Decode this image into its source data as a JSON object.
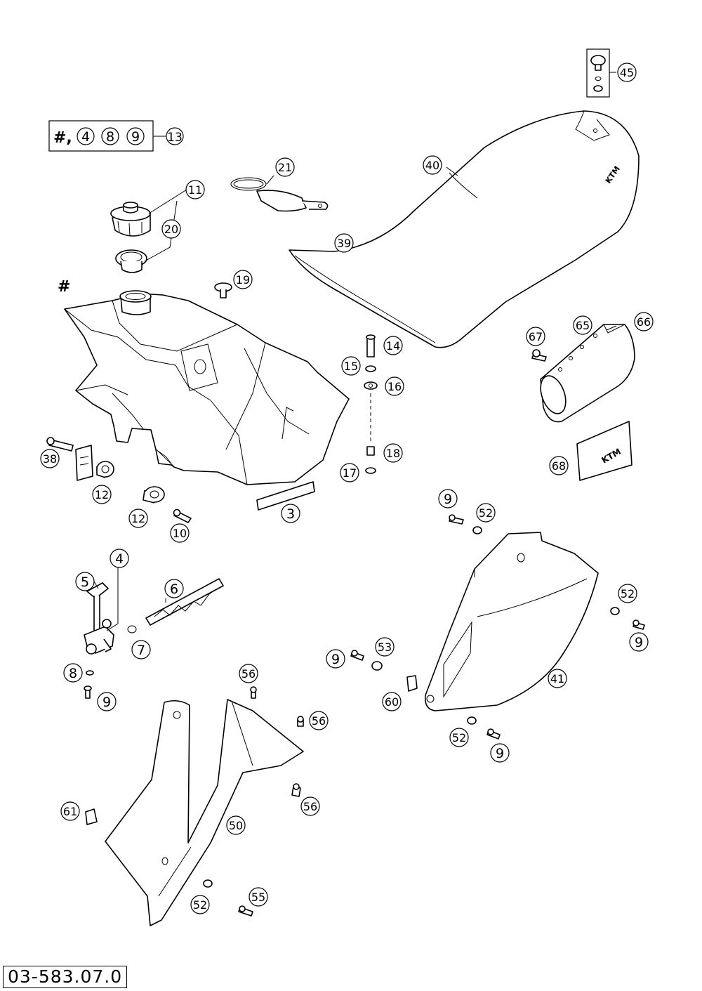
{
  "drawing_number": "03-583.07.0",
  "kit_box": {
    "prefix": "#,",
    "items": [
      "4",
      "8",
      "9"
    ],
    "target": "13"
  },
  "markers": [
    "#"
  ],
  "callouts": [
    {
      "id": "4"
    },
    {
      "id": "5"
    },
    {
      "id": "6"
    },
    {
      "id": "7"
    },
    {
      "id": "8"
    },
    {
      "id": "9"
    },
    {
      "id": "10"
    },
    {
      "id": "11"
    },
    {
      "id": "12"
    },
    {
      "id": "14"
    },
    {
      "id": "15"
    },
    {
      "id": "16"
    },
    {
      "id": "17"
    },
    {
      "id": "18"
    },
    {
      "id": "19"
    },
    {
      "id": "20"
    },
    {
      "id": "21"
    },
    {
      "id": "38"
    },
    {
      "id": "39"
    },
    {
      "id": "40"
    },
    {
      "id": "41"
    },
    {
      "id": "45"
    },
    {
      "id": "50"
    },
    {
      "id": "52"
    },
    {
      "id": "53"
    },
    {
      "id": "55"
    },
    {
      "id": "56"
    },
    {
      "id": "60"
    },
    {
      "id": "61"
    },
    {
      "id": "65"
    },
    {
      "id": "66"
    },
    {
      "id": "67"
    },
    {
      "id": "68"
    },
    {
      "id": "3"
    }
  ],
  "logos": {
    "seat": "KTM",
    "sticker": "KTM"
  },
  "colors": {
    "line": "#000000",
    "background": "#ffffff"
  }
}
